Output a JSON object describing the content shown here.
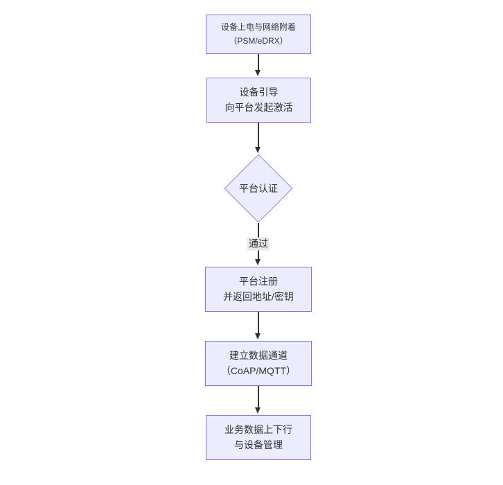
{
  "diagram": {
    "type": "flowchart",
    "direction": "top-down",
    "colors": {
      "background": "#ffffff",
      "node_fill": "#ECECFF",
      "node_border": "#9370DB",
      "edge": "#333333",
      "text": "#333333",
      "edge_label_background": "#e8e8e8"
    },
    "nodes": [
      {
        "id": "power-on",
        "shape": "rect",
        "line1": "设备上电与网络附着",
        "line2": "（PSM/eDRX）"
      },
      {
        "id": "bootstrap",
        "shape": "rect",
        "line1": "设备引导",
        "line2": "向平台发起激活"
      },
      {
        "id": "auth",
        "shape": "diamond",
        "line1": "平台认证"
      },
      {
        "id": "register",
        "shape": "rect",
        "line1": "平台注册",
        "line2": "并返回地址/密钥"
      },
      {
        "id": "channel",
        "shape": "rect",
        "line1": "建立数据通道",
        "line2": "（CoAP/MQTT）"
      },
      {
        "id": "business",
        "shape": "rect",
        "line1": "业务数据上下行",
        "line2": "与设备管理"
      }
    ],
    "edges": [
      {
        "from": "power-on",
        "to": "bootstrap",
        "label": ""
      },
      {
        "from": "bootstrap",
        "to": "auth",
        "label": ""
      },
      {
        "from": "auth",
        "to": "register",
        "label": "通过"
      },
      {
        "from": "register",
        "to": "channel",
        "label": ""
      },
      {
        "from": "channel",
        "to": "business",
        "label": ""
      }
    ]
  }
}
